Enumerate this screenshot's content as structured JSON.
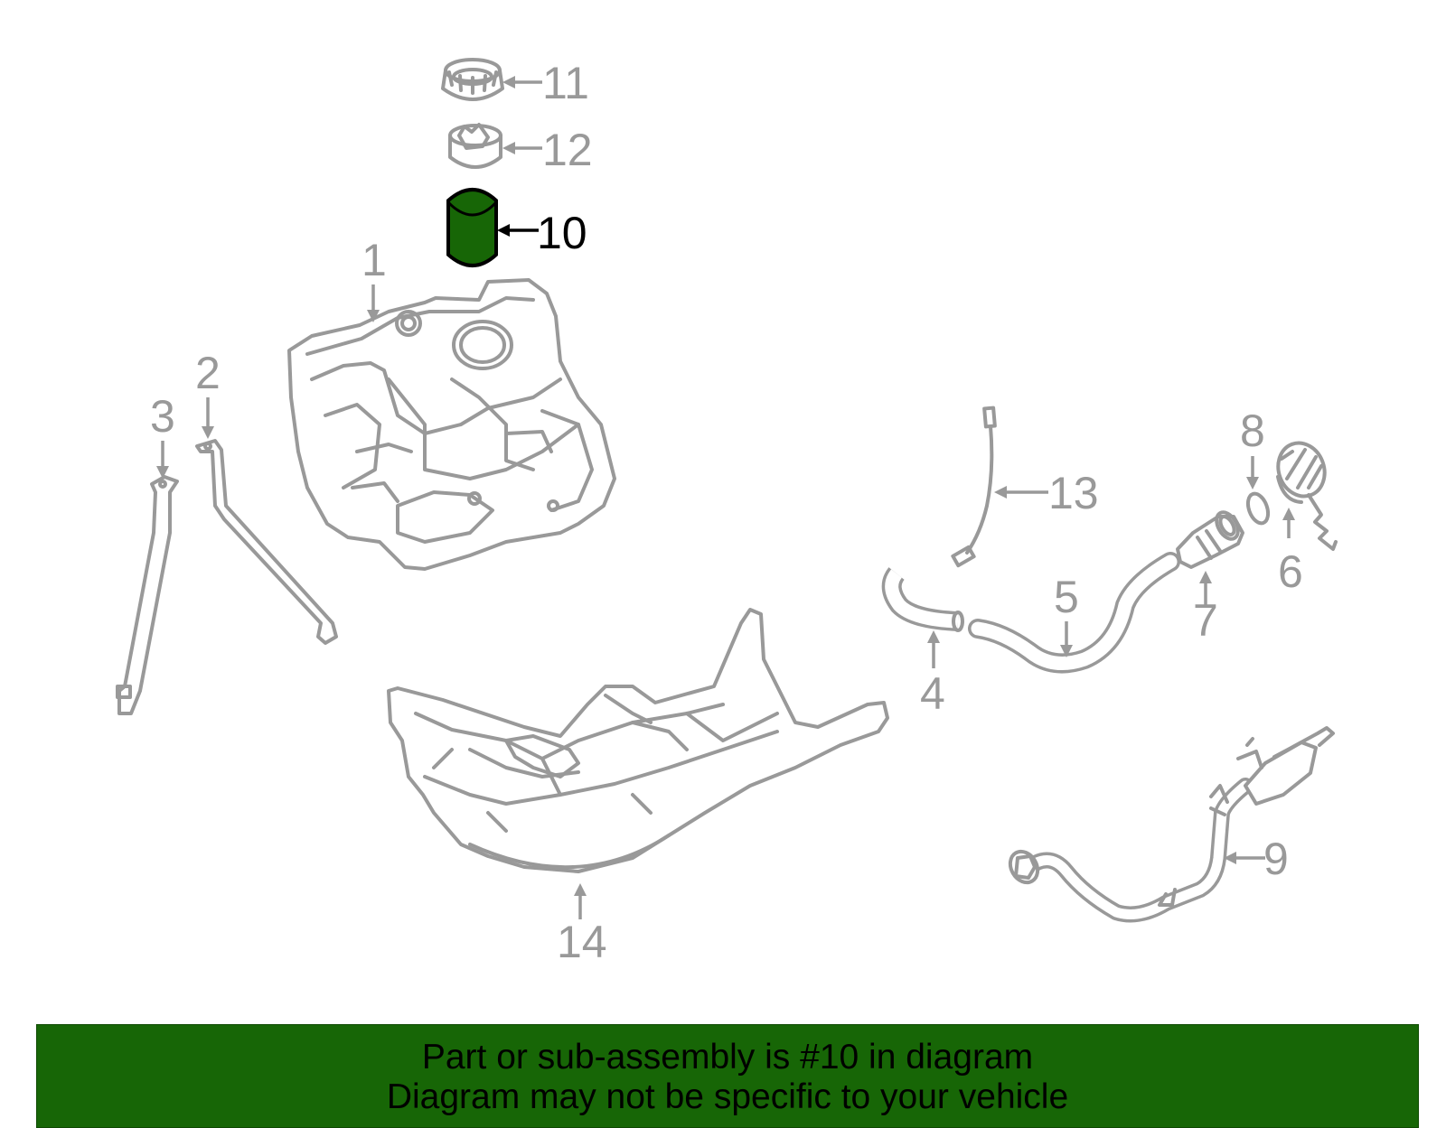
{
  "diagram": {
    "highlight_color": "#176606",
    "line_color": "#999999",
    "callouts": {
      "c1": "1",
      "c2": "2",
      "c3": "3",
      "c4": "4",
      "c5": "5",
      "c6": "6",
      "c7": "7",
      "c8": "8",
      "c9": "9",
      "c10": "10",
      "c11": "11",
      "c12": "12",
      "c13": "13",
      "c14": "14"
    },
    "highlighted_part": "10"
  },
  "banner": {
    "line1": "Part or sub-assembly is #10 in diagram",
    "line2": "Diagram may not be specific to your vehicle",
    "background": "#176606"
  }
}
